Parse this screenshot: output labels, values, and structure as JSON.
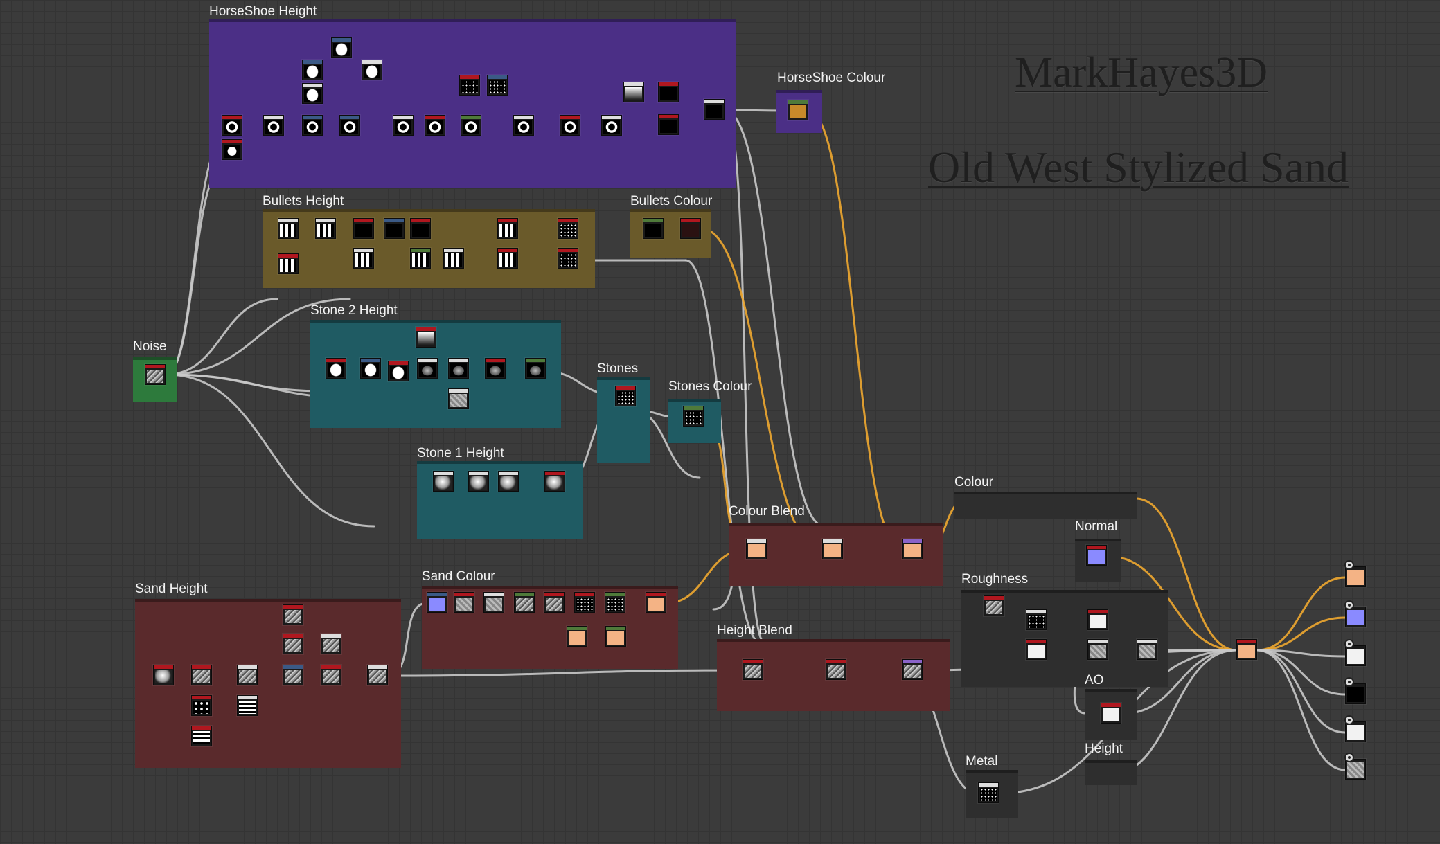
{
  "watermark": {
    "author": "MarkHayes3D",
    "title": "Old West Stylized Sand"
  },
  "frames": [
    {
      "name": "frame-horseshoe-height",
      "title": "HorseShoe Height",
      "color": "#4b2f86"
    },
    {
      "name": "frame-horseshoe-colour",
      "title": "HorseShoe Colour",
      "color": "#4b2f86"
    },
    {
      "name": "frame-bullets-height",
      "title": "Bullets Height",
      "color": "#6a5a2a"
    },
    {
      "name": "frame-bullets-colour",
      "title": "Bullets Colour",
      "color": "#6a5a2a"
    },
    {
      "name": "frame-noise",
      "title": "Noise",
      "color": "#2d7a3c"
    },
    {
      "name": "frame-stone2-height",
      "title": "Stone 2 Height",
      "color": "#1f5b63"
    },
    {
      "name": "frame-stones",
      "title": "Stones",
      "color": "#1f5b63"
    },
    {
      "name": "frame-stones-colour",
      "title": "Stones Colour",
      "color": "#1f5b63"
    },
    {
      "name": "frame-stone1-height",
      "title": "Stone 1 Height",
      "color": "#1f5b63"
    },
    {
      "name": "frame-colour-blend",
      "title": "Colour Blend",
      "color": "#5a2a2c"
    },
    {
      "name": "frame-colour",
      "title": "Colour",
      "color": "#2e2e2e"
    },
    {
      "name": "frame-normal",
      "title": "Normal",
      "color": "#2e2e2e"
    },
    {
      "name": "frame-roughness",
      "title": "Roughness",
      "color": "#2e2e2e"
    },
    {
      "name": "frame-sand-height",
      "title": "Sand Height",
      "color": "#5a2a2c"
    },
    {
      "name": "frame-sand-colour",
      "title": "Sand Colour",
      "color": "#5a2a2c"
    },
    {
      "name": "frame-height-blend",
      "title": "Height Blend",
      "color": "#5a2a2c"
    },
    {
      "name": "frame-ao",
      "title": "AO",
      "color": "#2e2e2e"
    },
    {
      "name": "frame-height",
      "title": "Height",
      "color": "#2e2e2e"
    },
    {
      "name": "frame-metal",
      "title": "Metal",
      "color": "#2e2e2e"
    }
  ],
  "colors": {
    "background": "#3b3b3b",
    "wire_grey": "#c9c9c9",
    "wire_orange": "#f0a830",
    "header_red": "#b0171f",
    "header_blue": "#3b5a86",
    "header_green": "#4f7a3a",
    "header_white": "#dddddd"
  },
  "output_icons": [
    "basecolor-output-icon",
    "normal-output-icon",
    "roughness-output-icon",
    "metallic-output-icon",
    "ao-output-icon",
    "height-output-icon"
  ]
}
